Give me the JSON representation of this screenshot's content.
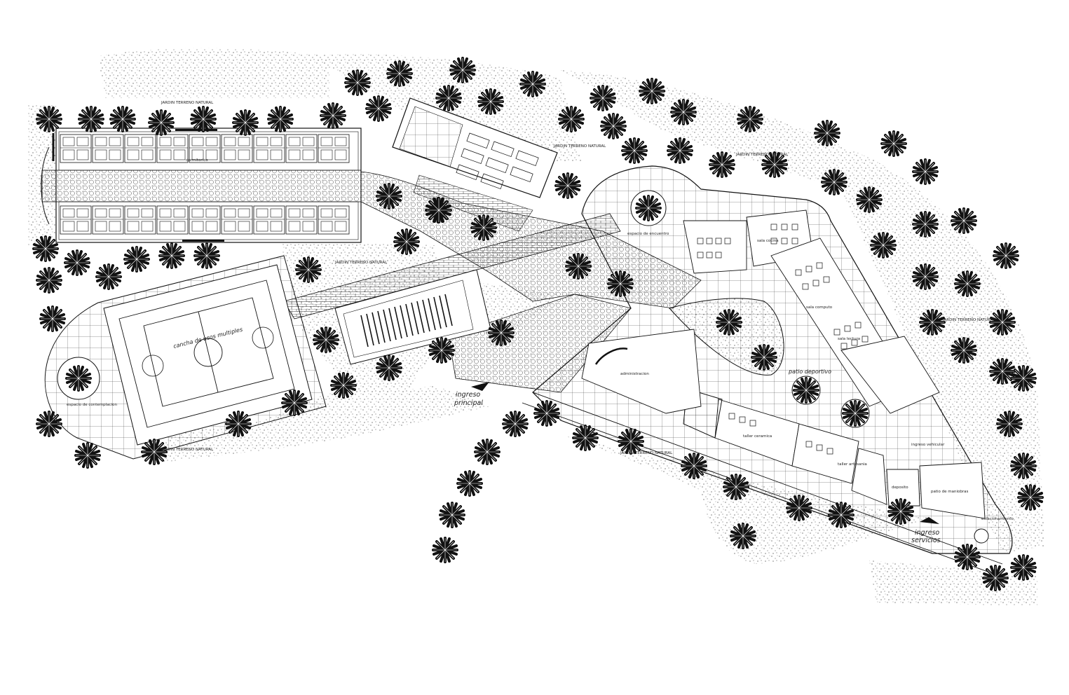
{
  "colors": {
    "ink": "#111111",
    "paper": "#ffffff",
    "hatch": "#555555"
  },
  "icons": {
    "tree": "palm-tree-icon",
    "arrow": "entry-arrow-icon"
  },
  "labels": {
    "jardin_top_left": "JARDIN TERRENO NATURAL",
    "jardin_top_mid": "JARDIN TERRENO NATURAL",
    "jardin_top_right": "JARDIN TERRENO NATURAL",
    "jardin_center": "JARDIN TERRENO NATURAL",
    "jardin_bottom_left": "JARDIN TERRENO NATURAL",
    "jardin_bottom_mid": "JARDIN TERRENO NATURAL",
    "jardin_right": "JARDIN TERRENO NATURAL",
    "cancha": "cancha de usos multiples",
    "espacio_contemplacion": "espacio de contemplacion",
    "ingreso_principal_1": "ingreso",
    "ingreso_principal_2": "principal",
    "ingreso_servicios_1": "ingreso",
    "ingreso_servicios_2": "servicios",
    "patio_deportivo": "patio deportivo",
    "taller_ceramica": "taller ceramica",
    "taller_artesania": "taller artesania",
    "deposito": "deposito",
    "patio_maniobras": "patio de maniobras",
    "ingreso_vehicular": "ingreso vehicular",
    "sala_cocina": "sala cocina",
    "sala_computo": "sala computo",
    "sala_lectura": "sala lectura",
    "administracion": "administracion",
    "espacio_encuentro": "espacio de encuentro",
    "dormitorios": "dormitorios",
    "estacionamiento": "estacionamiento"
  }
}
